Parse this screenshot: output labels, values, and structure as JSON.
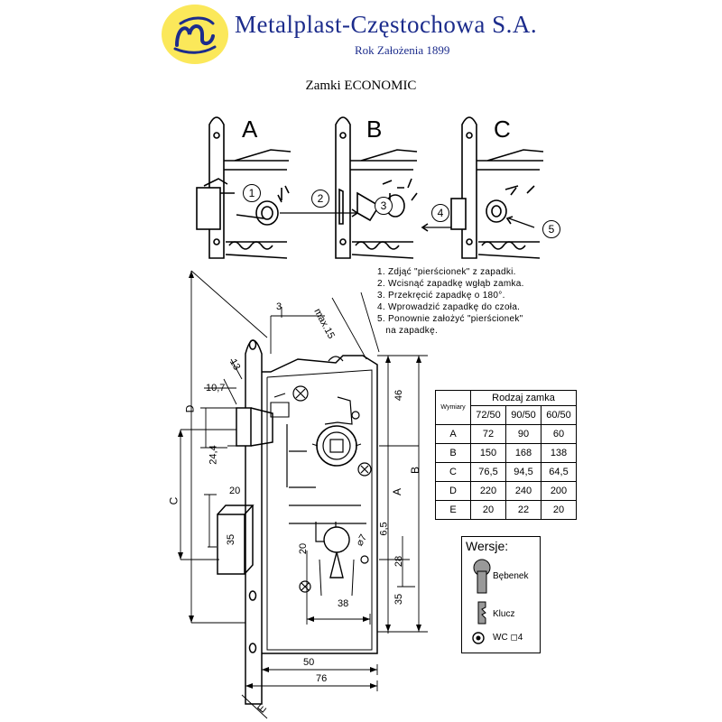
{
  "header": {
    "company": "Metalplast-Częstochowa S.A.",
    "founded": "Rok Założenia 1899"
  },
  "subtitle": "Zamki ECONOMIC",
  "panels": {
    "a": "A",
    "b": "B",
    "c": "C",
    "callouts": [
      "1",
      "2",
      "3",
      "4",
      "5"
    ]
  },
  "instructions": "1. Zdjąć \"pierścionek\" z zapadki.\n2. Wcisnąć zapadkę wgłąb zamka.\n3. Przekręcić zapadkę o 180°.\n4. Wprowadzić zapadkę do czoła.\n5. Ponownie założyć \"pierścionek\"\n   na zapadkę.",
  "table": {
    "row_header": "Wymiary",
    "group_header": "Rodzaj zamka",
    "columns": [
      "72/50",
      "90/50",
      "60/50"
    ],
    "rows": [
      {
        "label": "A",
        "values": [
          "72",
          "90",
          "60"
        ]
      },
      {
        "label": "B",
        "values": [
          "150",
          "168",
          "138"
        ]
      },
      {
        "label": "C",
        "values": [
          "76,5",
          "94,5",
          "64,5"
        ]
      },
      {
        "label": "D",
        "values": [
          "220",
          "240",
          "200"
        ]
      },
      {
        "label": "E",
        "values": [
          "20",
          "22",
          "20"
        ]
      }
    ]
  },
  "versions": {
    "title": "Wersje:",
    "items": [
      "Bębenek",
      "Klucz",
      "WC ◻4"
    ]
  },
  "dimensions": {
    "d3": "3",
    "max15": "max.15",
    "d13": "13",
    "d10_7": "10,7",
    "D": "D",
    "d24_4": "24,4",
    "C": "C",
    "d20_top": "20",
    "d35_left": "35",
    "d46": "46",
    "A": "A",
    "B": "B",
    "d6_5": "6,5",
    "d7": "⌀7",
    "d20_mid": "20",
    "d28": "28",
    "d38": "38",
    "d35_right": "35",
    "d50": "50",
    "d76": "76",
    "E": "E"
  },
  "colors": {
    "logo_yellow": "#fbe85a",
    "logo_blue": "#1c2c8c",
    "line": "#000000"
  }
}
